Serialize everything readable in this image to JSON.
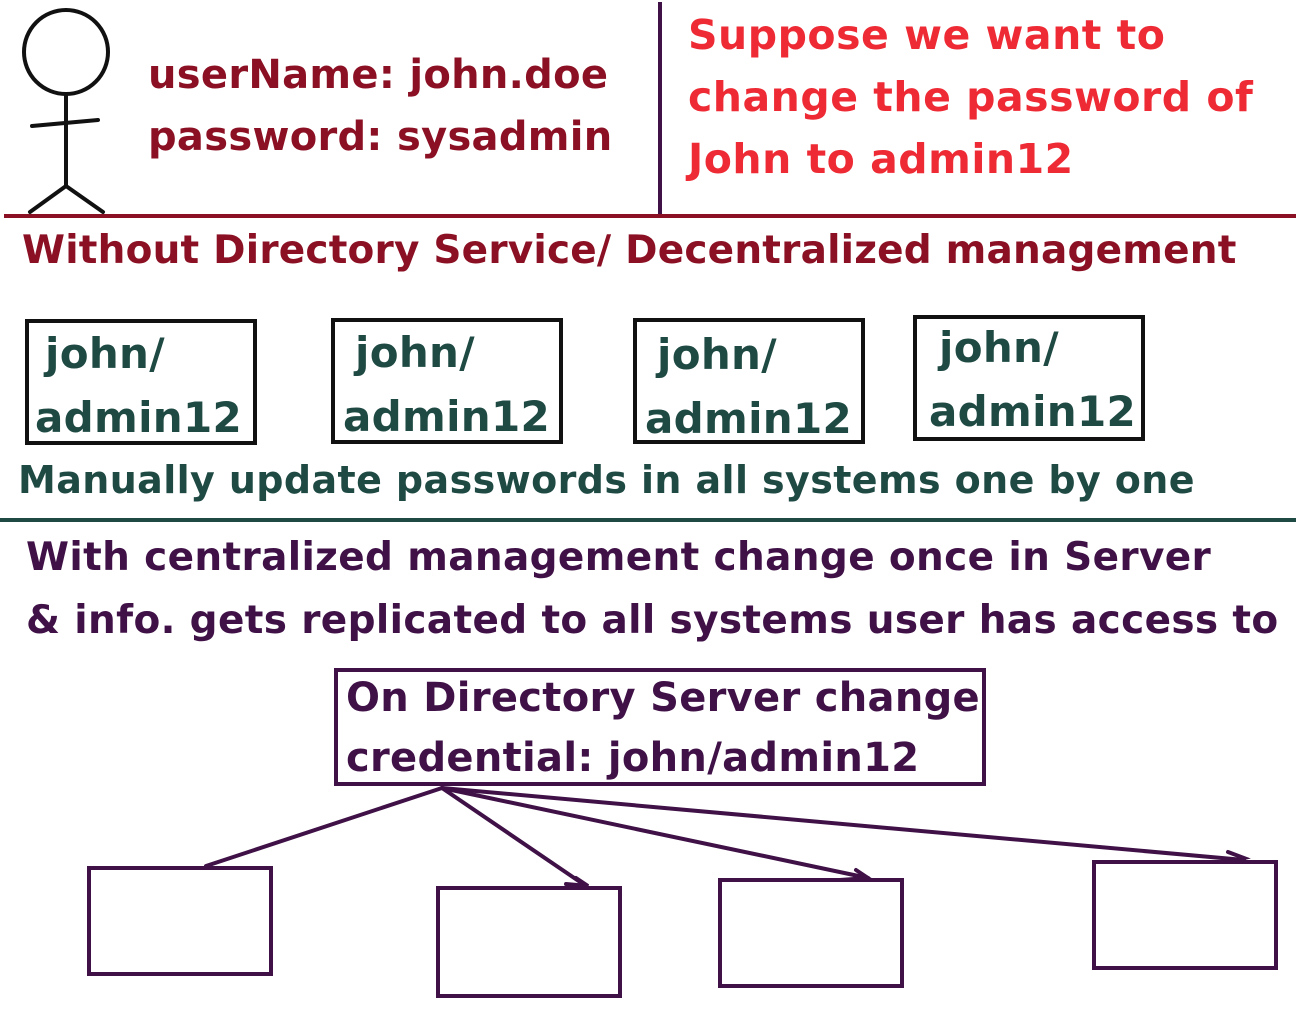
{
  "user": {
    "username_line": "userName: john.doe",
    "password_line": "password: sysadmin"
  },
  "scenario": {
    "lines": [
      "Suppose we want to",
      "change the password of",
      "John to admin12"
    ]
  },
  "decentralized": {
    "title": "Without Directory Service/ Decentralized management",
    "systems": [
      {
        "line1": "john/",
        "line2": "admin12"
      },
      {
        "line1": "john/",
        "line2": "admin12"
      },
      {
        "line1": "john/",
        "line2": "admin12"
      },
      {
        "line1": "john/",
        "line2": "admin12"
      }
    ],
    "note": "Manually update passwords in all systems one by one"
  },
  "centralized": {
    "description_lines": [
      "With centralized management change once in Server",
      "& info. gets replicated to all systems user has access to"
    ],
    "server_lines": [
      "On Directory Server change",
      "credential: john/admin12"
    ],
    "client_system_count": 4
  },
  "colors": {
    "maroon": "#8b1024",
    "red": "#ee2a35",
    "teal": "#1f4a44",
    "purple": "#3f1147",
    "black": "#111111"
  }
}
